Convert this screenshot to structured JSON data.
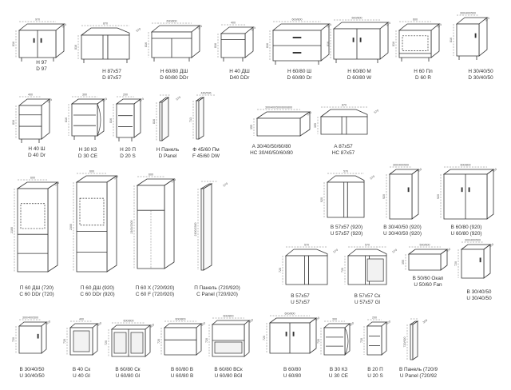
{
  "colors": {
    "line": "#333333",
    "dim": "#777777",
    "text": "#333333"
  },
  "items": [
    {
      "id": "h97",
      "l1": "Н 97",
      "l2": "D 97",
      "dw": "970",
      "dd": "570",
      "dh": "816"
    },
    {
      "id": "h87x57",
      "l1": "Н 87x57",
      "l2": "D 87x57",
      "dw": "870",
      "dd": "570",
      "dh": "816"
    },
    {
      "id": "h6080dsh",
      "l1": "Н 60/80 ДШ",
      "l2": "D 60/80 DDr",
      "dw": "600/800",
      "dd": "570",
      "dh": "816"
    },
    {
      "id": "h40dsh",
      "l1": "Н 40 ДШ",
      "l2": "D40 DDr",
      "dw": "400",
      "dd": "570",
      "dh": "816"
    },
    {
      "id": "h6080sh",
      "l1": "Н 60/80 Ш",
      "l2": "D 60/80 Dr",
      "dw": "600/800",
      "dd": "570",
      "dh": "816"
    },
    {
      "id": "h6080m",
      "l1": "Н 60/80 М",
      "l2": "D 60/80 W",
      "dw": "600/800",
      "dd": "570",
      "dh": "816"
    },
    {
      "id": "h60pl",
      "l1": "Н 60 Пл",
      "l2": "D 60 R",
      "dw": "600",
      "dd": "570",
      "dh": "816"
    },
    {
      "id": "h304050",
      "l1": "Н 30/40/50",
      "l2": "D 30/40/50",
      "dw": "300/400/500",
      "dd": "570",
      "dh": "816"
    },
    {
      "id": "h40sh",
      "l1": "Н 40 Ш",
      "l2": "D 40 Dr",
      "dw": "400",
      "dd": "570",
      "dh": "816"
    },
    {
      "id": "h30k3",
      "l1": "Н 30 К3",
      "l2": "D 30 CE",
      "dw": "300",
      "dd": "570",
      "dh": "816"
    },
    {
      "id": "h20p",
      "l1": "Н 20 П",
      "l2": "D 20 S",
      "dw": "200",
      "dd": "570",
      "dh": "816"
    },
    {
      "id": "hpanel",
      "l1": "Н Панель",
      "l2": "D Panel",
      "dw": "",
      "dd": "570",
      "dh": "816"
    },
    {
      "id": "f4560",
      "l1": "Ф 45/60 Пм",
      "l2": "F 45/60 DW",
      "dw": "446/596",
      "dd": "",
      "dh": "713"
    },
    {
      "id": "antr",
      "l1": "А 30/40/50/60/80",
      "l2": "НС 30/40/50/60/80",
      "dw": "300/400/500/600/800",
      "dd": "570",
      "dh": "355"
    },
    {
      "id": "a87",
      "l1": "А 87x57",
      "l2": "НС 87x57",
      "dw": "870",
      "dd": "570",
      "dh": "355"
    },
    {
      "id": "p60dsh720",
      "l1": "П 60 ДШ (720)",
      "l2": "С 60 DDr (720)",
      "dw": "600",
      "dd": "570",
      "dh": "2100"
    },
    {
      "id": "p60dsh920",
      "l1": "П 60 ДШ (920)",
      "l2": "С 60 DDr (920)",
      "dw": "600",
      "dd": "570",
      "dh": "2300"
    },
    {
      "id": "p60x",
      "l1": "П 60 Х (720/920)",
      "l2": "С 60 F (720/920)",
      "dw": "600",
      "dd": "570",
      "dh": "2100/2300"
    },
    {
      "id": "ppanel",
      "l1": "П Панель (720/920)",
      "l2": "С Panel (720/920)",
      "dw": "",
      "dd": "570",
      "dh": "2100/2300"
    },
    {
      "id": "b57x57",
      "l1": "В 57x57 (920)",
      "l2": "U 57x57 (920)",
      "dw": "570",
      "dd": "570",
      "dh": "920"
    },
    {
      "id": "b304050_920",
      "l1": "В 30/40/50 (920)",
      "l2": "U 30/40/50 (920)",
      "dw": "300/400/500",
      "dd": "300",
      "dh": "920"
    },
    {
      "id": "b6080_920",
      "l1": "В 60/80 (920)",
      "l2": "U 60/80 (920)",
      "dw": "600/800",
      "dd": "300",
      "dh": "920"
    },
    {
      "id": "b57x57a",
      "l1": "В 57x57",
      "l2": "U 57x57",
      "dw": "570",
      "dd": "570",
      "dh": "720"
    },
    {
      "id": "b57x57sk",
      "l1": "В 57x57 Ск",
      "l2": "U 57x57 Gl",
      "dw": "570",
      "dd": "570",
      "dh": "720"
    },
    {
      "id": "b5060okap",
      "l1": "В 50/60 Окап",
      "l2": "U 50/60 Fan",
      "dw": "500/600",
      "dd": "300",
      "dh": "355"
    },
    {
      "id": "b304050r",
      "l1": "В 30/40/50",
      "l2": "U 30/40/50",
      "dw": "300/400/500",
      "dd": "300",
      "dh": "720"
    },
    {
      "id": "b304050s",
      "l1": "В 30/40/50",
      "l2": "U 30/40/50",
      "dw": "300/400/500",
      "dd": "300",
      "dh": "720"
    },
    {
      "id": "b40sk",
      "l1": "В 40 Ск",
      "l2": "U 40 Gl",
      "dw": "400",
      "dd": "300",
      "dh": "720"
    },
    {
      "id": "b60sk",
      "l1": "В 60/80 Ск",
      "l2": "U 60/80 Gl",
      "dw": "600/800",
      "dd": "300",
      "dh": "720"
    },
    {
      "id": "b6080v",
      "l1": "В 60/80 В",
      "l2": "U 60/80 B",
      "dw": "600/800",
      "dd": "300",
      "dh": "720"
    },
    {
      "id": "b6080vsk",
      "l1": "В 60/80 ВСк",
      "l2": "U 60/80 BGl",
      "dw": "600/800",
      "dd": "300",
      "dh": "720"
    },
    {
      "id": "b6080",
      "l1": "В 60/80",
      "l2": "U 60/80",
      "dw": "600/800",
      "dd": "300",
      "dh": "720"
    },
    {
      "id": "b30k3",
      "l1": "В 30 К3",
      "l2": "U 30 CE",
      "dw": "300",
      "dd": "300",
      "dh": "720"
    },
    {
      "id": "b20p",
      "l1": "В 20 П",
      "l2": "U 20 S",
      "dw": "200",
      "dd": "300",
      "dh": "720"
    },
    {
      "id": "bpanel",
      "l1": "В Панель (720/9",
      "l2": "U Panel (720/92",
      "dw": "",
      "dd": "300",
      "dh": "720/920"
    }
  ]
}
